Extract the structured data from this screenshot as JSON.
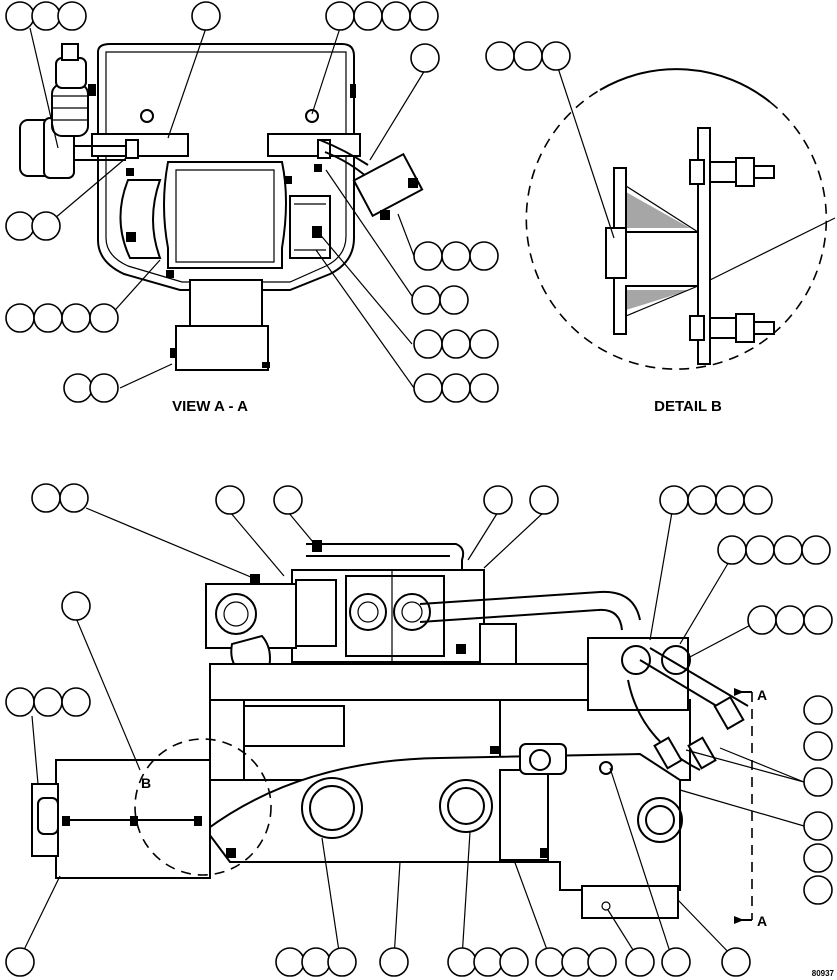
{
  "labels": {
    "view_aa": "VIEW A - A",
    "detail_b": "DETAIL B",
    "detail_ref": "B",
    "section_a_top": "A",
    "section_a_bottom": "A",
    "drawing_number": "80937"
  },
  "colors": {
    "ink": "#000000",
    "paper": "#ffffff"
  }
}
